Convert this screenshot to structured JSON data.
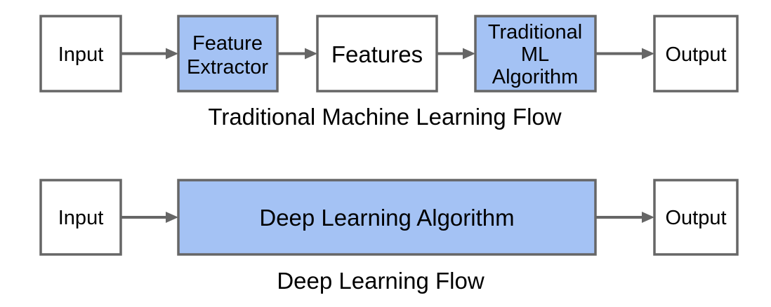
{
  "colors": {
    "background": "#ffffff",
    "plain_fill": "#ffffff",
    "highlight_fill": "#a4c2f4",
    "border": "#666666",
    "arrow": "#666666",
    "text": "#000000"
  },
  "traditional_flow": {
    "caption": "Traditional Machine Learning Flow",
    "nodes": {
      "input": "Input",
      "feature_extractor": {
        "line1": "Feature",
        "line2": "Extractor"
      },
      "features": "Features",
      "traditional_ml": {
        "line1": "Traditional",
        "line2": "ML",
        "line3": "Algorithm"
      },
      "output": "Output"
    }
  },
  "deep_flow": {
    "caption": "Deep Learning Flow",
    "nodes": {
      "input": "Input",
      "deep_learning": "Deep Learning Algorithm",
      "output": "Output"
    }
  }
}
